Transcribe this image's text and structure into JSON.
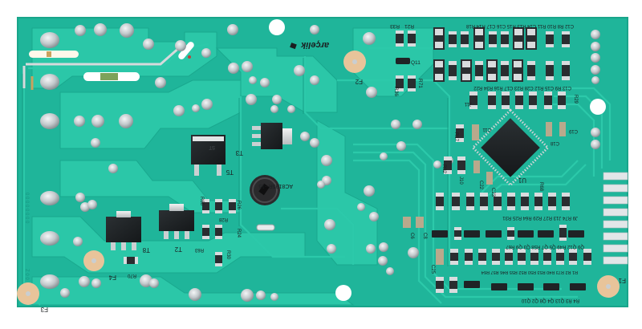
{
  "board": {
    "brand": "arçelik",
    "part_number": "AC8195R--15",
    "colors": {
      "background": "#ffffff",
      "substrate": "#1fb59a",
      "copper_trace": "#28c4a6",
      "trace_edge": "#17a087",
      "solder": "#c9ced1",
      "solder_shadow": "#8f979b",
      "chip": "#1f2326",
      "resistor_body": "#2a2d30",
      "resistor_end": "#d9dcde",
      "capacitor": "#b9a98c",
      "mount_pad": "#e8c49a",
      "silkscreen": "#1b1e20"
    },
    "labels": {
      "T3": "T3",
      "T5": "T5",
      "T2": "T2",
      "T8": "T8",
      "F1": "F1",
      "F2": "F2",
      "F3": "F3",
      "F4": "F4",
      "U1": "U1",
      "R21": "R21",
      "R33": "R33",
      "R36": "R36",
      "R71": "R71",
      "Q11": "Q11",
      "R66": "R66",
      "R28": "R28",
      "R26": "R26",
      "R24": "R24",
      "R63": "R63",
      "R30": "R30",
      "R70": "R70",
      "top_row": "C12 R8 R10 R11 C14 R13 R15 C16 C17 R14 R18",
      "second_row": "C13 R9 C15 R12 C28 R23 C17 R16 R34 R22",
      "J11": "J11",
      "R17": "R17",
      "C11": "C11",
      "C18": "C18",
      "C19": "C19",
      "R29": "R29",
      "R32": "R32",
      "J10": "J10",
      "C22": "C22",
      "C23": "C23",
      "R28b": "R28",
      "R68": "R68",
      "row_j": "J9 R74 J13 R27 R29 R64 R25 R31",
      "row_q": "Q9 Q12 R49 Q5 Q7 R58 Q3 Q9 R67",
      "row_r": "R1 R2 R73 R40 R53 R50 R52 R55 R46 R57 R64",
      "row_bottom": "R4 R3 Q13 Q4 Q8 Q2 Q10",
      "C6": "C6",
      "C8": "C8",
      "C25": "C25"
    }
  }
}
